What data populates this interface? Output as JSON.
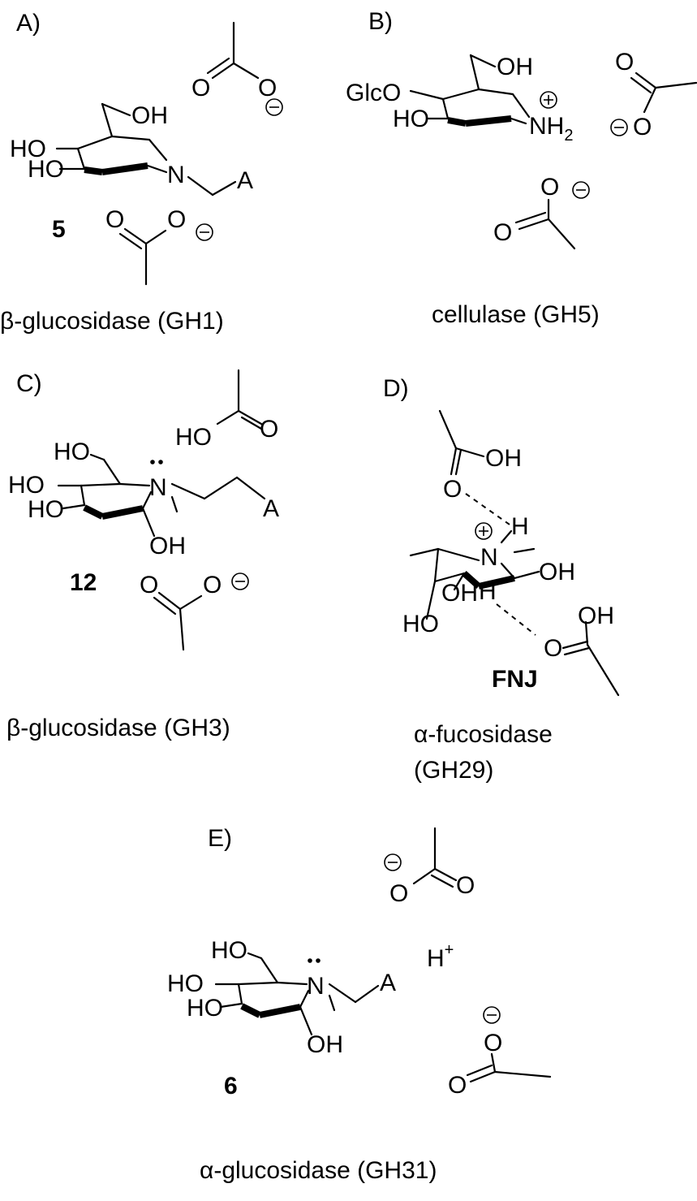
{
  "panels": {
    "A": {
      "label": "A)",
      "compound": "5",
      "caption": "β-glucosidase (GH1)",
      "atoms": {
        "oh_top": "OH",
        "ho_1": "HO",
        "ho_2": "HO",
        "n": "N",
        "a": "A",
        "o_acid1_dbl": "O",
        "o_acid1_neg": "O",
        "o_acid2_dbl": "O",
        "o_acid2_neg": "O"
      }
    },
    "B": {
      "label": "B)",
      "caption": "cellulase (GH5)",
      "atoms": {
        "oh_top": "OH",
        "glco": "GlcO",
        "ho": "HO",
        "nh": "NH",
        "nh_sub": "2",
        "o_acid1_dbl": "O",
        "o_acid1_neg": "O",
        "o_acid2_neg": "O",
        "o_acid2_dbl": "O"
      }
    },
    "C": {
      "label": "C)",
      "compound": "12",
      "caption": "β-glucosidase (GH3)",
      "atoms": {
        "ho_top": "HO",
        "ho_1": "HO",
        "ho_2": "HO",
        "oh_bottom": "OH",
        "n": "N",
        "a": "A",
        "acid1_oh": "HO",
        "acid1_o": "O",
        "o_acid2_dbl": "O",
        "o_acid2_neg": "O"
      }
    },
    "D": {
      "label": "D)",
      "compound": "FNJ",
      "caption_line1": "α-fucosidase",
      "caption_line2": "(GH29)",
      "atoms": {
        "acid1_oh": "OH",
        "acid1_o": "O",
        "h_top": "H",
        "n": "N",
        "oh_right": "OH",
        "oh_mid": "OH",
        "h_mid": "H",
        "ho": "HO",
        "acid2_o": "O",
        "acid2_oh": "OH"
      }
    },
    "E": {
      "label": "E)",
      "compound": "6",
      "caption": "α-glucosidase (GH31)",
      "proton": "H",
      "proton_sup": "+",
      "atoms": {
        "ho_top": "HO",
        "ho_1": "HO",
        "ho_2": "HO",
        "oh_bottom": "OH",
        "n": "N",
        "a": "A",
        "o_acid1_neg": "O",
        "o_acid1_dbl": "O",
        "o_acid2_neg": "O",
        "o_acid2_dbl": "O"
      }
    }
  }
}
